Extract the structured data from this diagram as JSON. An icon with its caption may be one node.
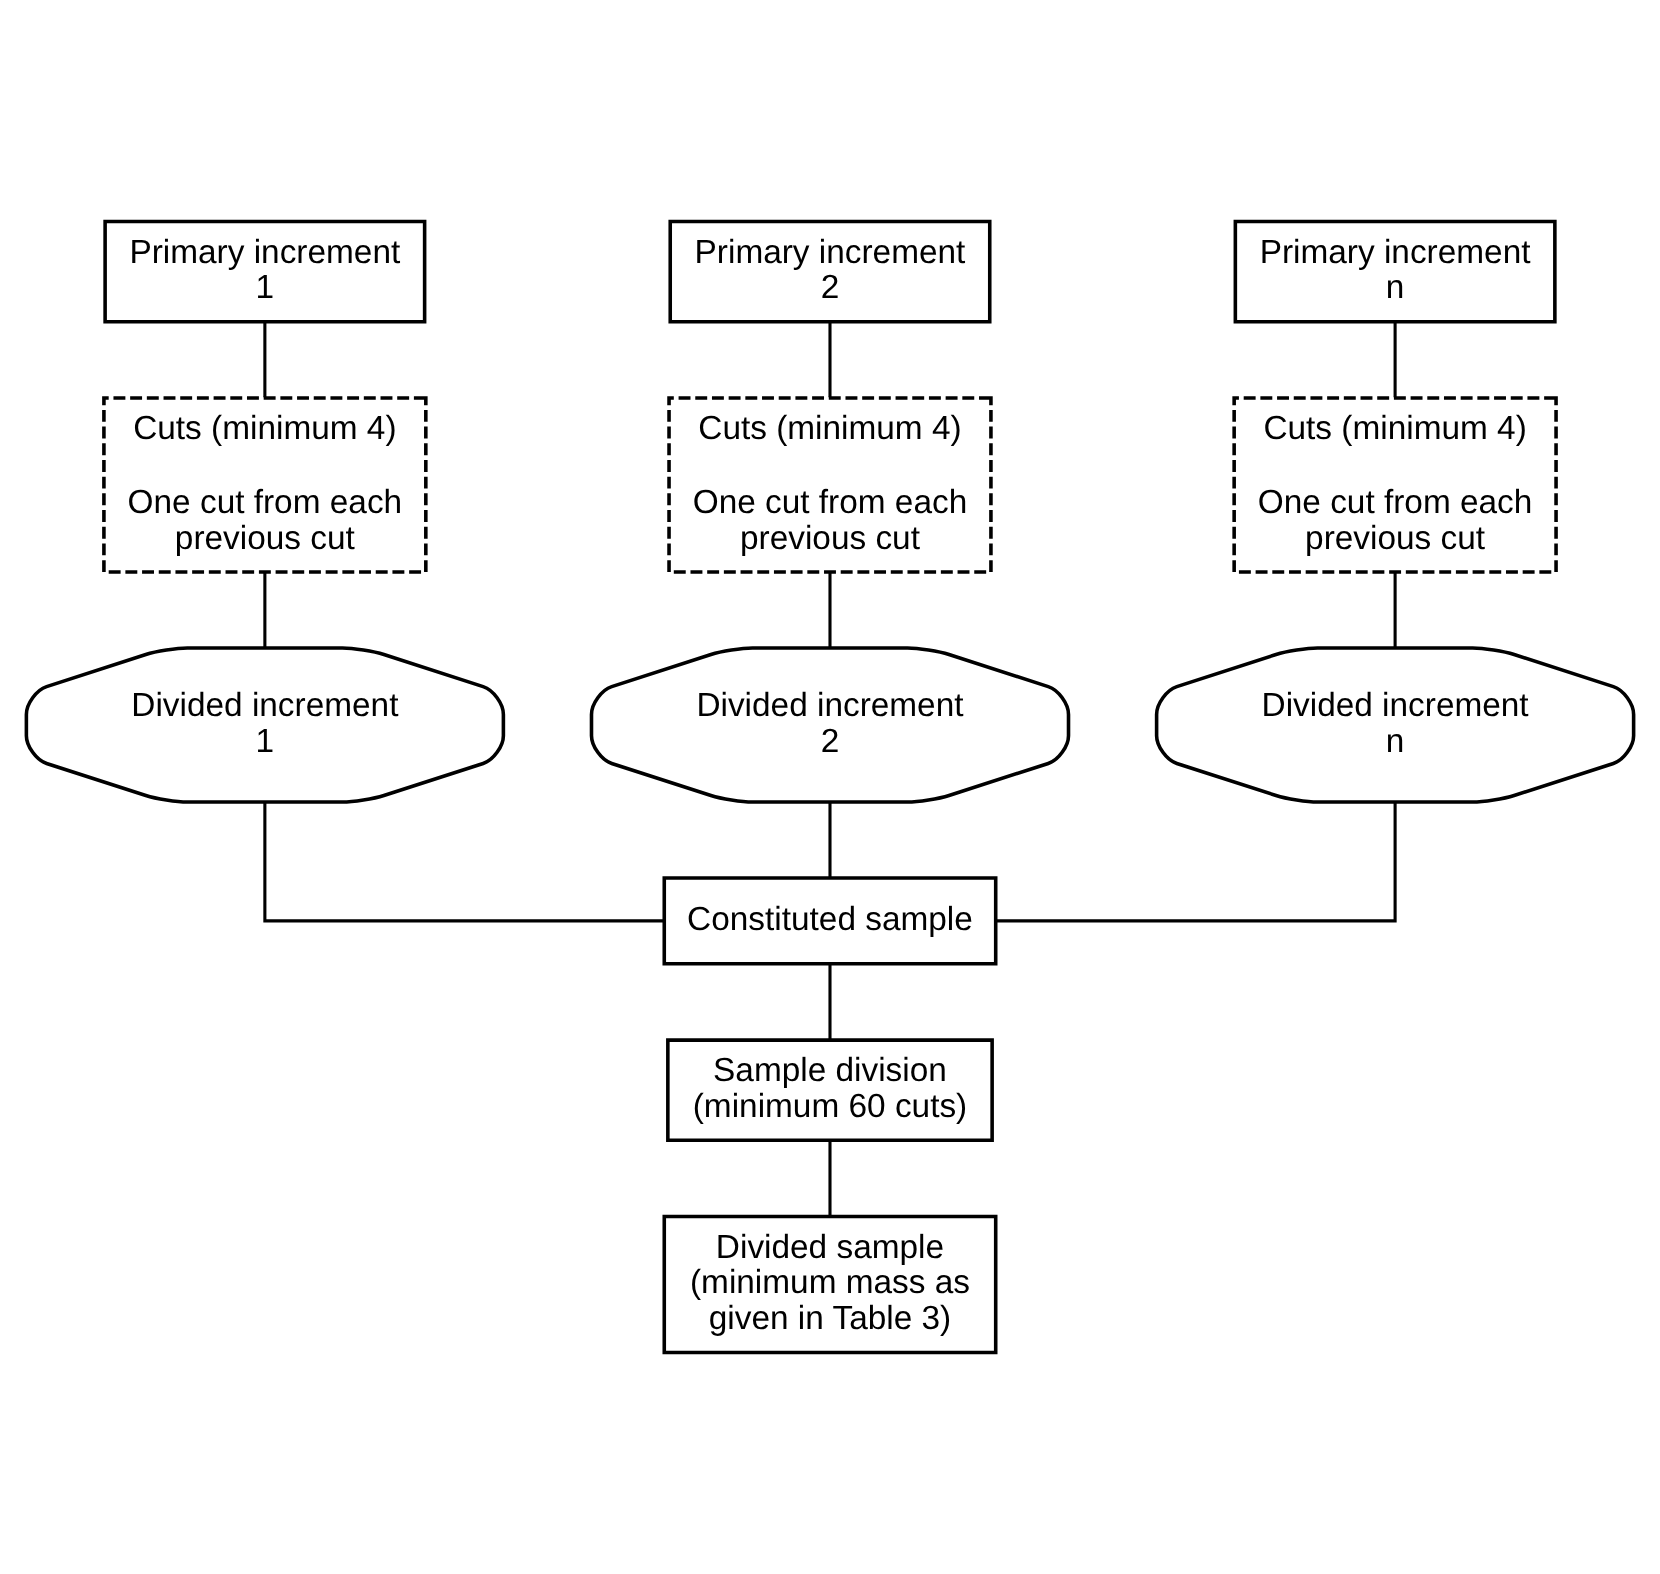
{
  "diagram": {
    "nodes": [
      {
        "text": [
          "Primary increment 1"
        ]
      },
      {
        "text": [
          "Cuts (minimum 4)",
          "One cut from each previous cut"
        ]
      },
      {
        "text": [
          "Divided increment 1"
        ]
      },
      {
        "text": [
          "Primary increment 2"
        ]
      },
      {
        "text": [
          "Cuts (minimum 4)",
          "One cut from each previous cut"
        ]
      },
      {
        "text": [
          "Divided increment 2"
        ]
      },
      {
        "text": [
          "Primary increment n"
        ]
      },
      {
        "text": [
          "Cuts (minimum 4)",
          "One cut from each previous cut"
        ]
      },
      {
        "text": [
          "Divided increment n"
        ]
      },
      {
        "text": [
          "Constituted sample"
        ]
      },
      {
        "text": [
          "Sample division (minimum 60 cuts)"
        ]
      },
      {
        "text": [
          "Divided sample (minimum mass as given in Table 3)"
        ]
      }
    ],
    "edges": [
      {
        "from": 0,
        "to": 1,
        "arrow": "none"
      },
      {
        "from": 1,
        "to": 2,
        "arrow": "none"
      },
      {
        "from": 3,
        "to": 4,
        "arrow": "none"
      },
      {
        "from": 4,
        "to": 5,
        "arrow": "none"
      },
      {
        "from": 6,
        "to": 7,
        "arrow": "none"
      },
      {
        "from": 7,
        "to": 8,
        "arrow": "none"
      },
      {
        "from": 2,
        "to": 9,
        "arrow": "none"
      },
      {
        "from": 5,
        "to": 9,
        "arrow": "none"
      },
      {
        "from": 8,
        "to": 9,
        "arrow": "none"
      },
      {
        "from": 9,
        "to": 10,
        "arrow": "none"
      },
      {
        "from": 10,
        "to": 11,
        "arrow": "none"
      }
    ]
  }
}
